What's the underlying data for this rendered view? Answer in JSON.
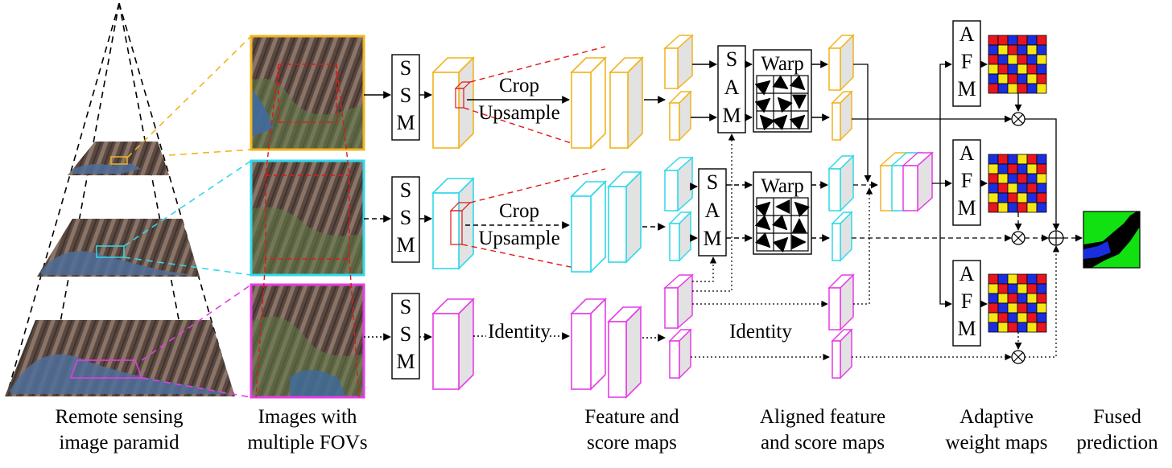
{
  "modules": {
    "ssm": [
      "S",
      "S",
      "M"
    ],
    "sam": [
      "S",
      "A",
      "M"
    ],
    "afm": [
      "A",
      "F",
      "M"
    ]
  },
  "labels": {
    "crop": "Crop",
    "upsample": "Upsample",
    "identity": "Identity",
    "warp": "Warp"
  },
  "captions": {
    "pyramid": [
      "Remote sensing",
      "image paramid"
    ],
    "images": [
      "Images with",
      "multiple FOVs"
    ],
    "features": [
      "Feature and",
      "score maps"
    ],
    "aligned": [
      "Aligned feature",
      "and score maps"
    ],
    "weights": [
      "Adaptive",
      "weight maps"
    ],
    "fused": [
      "Fused",
      "prediction"
    ]
  },
  "colors": {
    "yellow": "#f0b41e",
    "cyan": "#2fd9ea",
    "magenta": "#e63ce6",
    "red": "#e01818",
    "grid_red": "#e8141e",
    "grid_blue": "#1a2ee0",
    "grid_yellow": "#f5e614",
    "green": "#11e011",
    "face": "#e2e2e2"
  },
  "icons": {
    "multiply": "circled-times-icon",
    "add": "circled-plus-icon"
  }
}
